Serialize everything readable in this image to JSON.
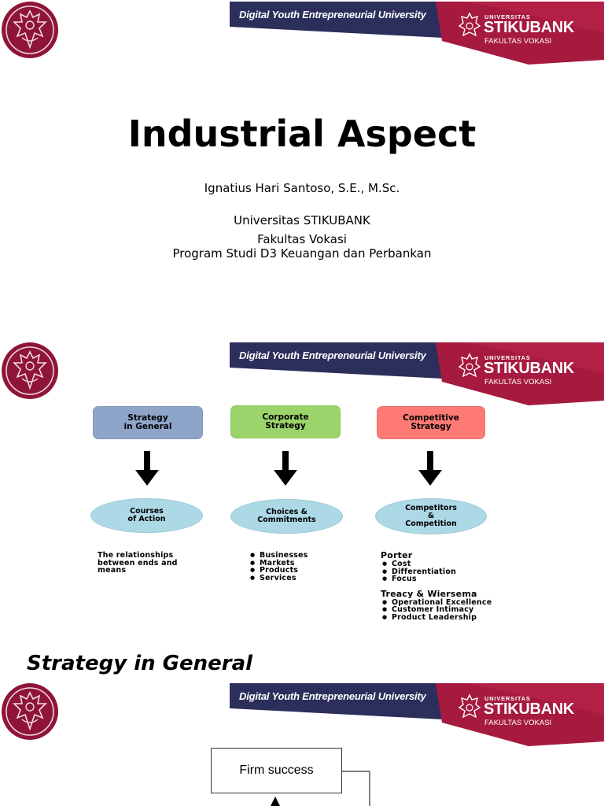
{
  "colors": {
    "maroon": "#8e1538",
    "navy": "#2c2f5b",
    "crimson": "#a61a3f",
    "box_general": "#8ea4c8",
    "box_corporate": "#9ad46a",
    "box_competitive": "#ff7a75",
    "oval": "#add8e6"
  },
  "header": {
    "tagline": "Digital Youth Entrepreneurial University",
    "brand_small": "UNIVERSITAS",
    "brand_name": "STIKUBANK",
    "brand_sub": "FAKULTAS VOKASI",
    "logo_icon": "eagle-emblem-icon"
  },
  "slide1": {
    "title": "Industrial Aspect",
    "author": "Ignatius Hari Santoso, S.E., M.Sc.",
    "institution": "Universitas STIKUBANK",
    "faculty": "Fakultas Vokasi",
    "program": "Program Studi D3 Keuangan dan Perbankan"
  },
  "slide2": {
    "columns": [
      {
        "box": [
          "Strategy",
          "in General"
        ],
        "oval": [
          "Courses",
          "of Action"
        ],
        "note": [
          "The relationships",
          "between ends and",
          "means"
        ]
      },
      {
        "box": [
          "Corporate",
          "Strategy"
        ],
        "oval": [
          "Choices &",
          "Commitments"
        ],
        "bullets": [
          "Businesses",
          "Markets",
          "Products",
          "Services"
        ]
      },
      {
        "box": [
          "Competitive",
          "Strategy"
        ],
        "oval": [
          "Competitors",
          "&",
          "Competition"
        ],
        "groups": [
          {
            "heading": "Porter",
            "bullets": [
              "Cost",
              "Differentiation",
              "Focus"
            ]
          },
          {
            "heading": "Treacy & Wiersema",
            "bullets": [
              "Operational Excellence",
              "Customer Intimacy",
              "Product Leadership"
            ]
          }
        ]
      }
    ]
  },
  "slide3": {
    "section_title": "Strategy in General",
    "firm_box": "Firm success"
  }
}
